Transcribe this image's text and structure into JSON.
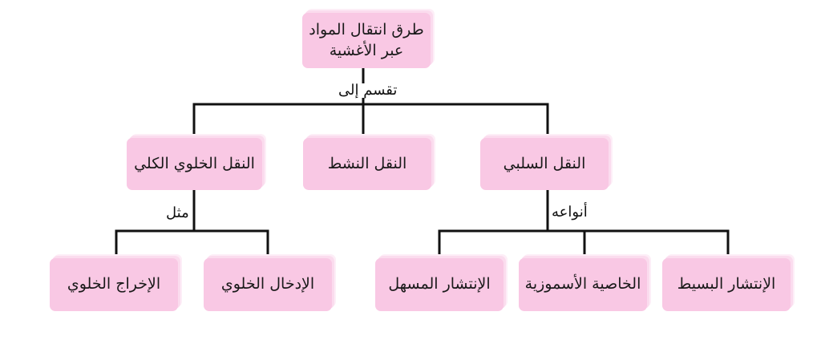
{
  "diagram": {
    "root": {
      "line1": "طرق انتقال المواد",
      "line2": "عبر الأغشية"
    },
    "root_edge_label": "تقسم إلى",
    "level1": {
      "passive": "النقل السلبي",
      "active": "النقل  النشط",
      "bulk": "النقل الخلوي الكلي"
    },
    "passive_edge_label": "أنواعه",
    "bulk_edge_label": "مثل",
    "passive_types": {
      "simple_diffusion": "الإنتشار البسيط",
      "osmosis": "الخاصية الأسموزية",
      "facilitated_diffusion": "الإنتشار المسهل"
    },
    "bulk_examples": {
      "endocytosis": "الإدخال الخلوي",
      "exocytosis": "الإخراج الخلوي"
    },
    "colors": {
      "box": "#f9c8e4",
      "line": "#111111"
    }
  }
}
